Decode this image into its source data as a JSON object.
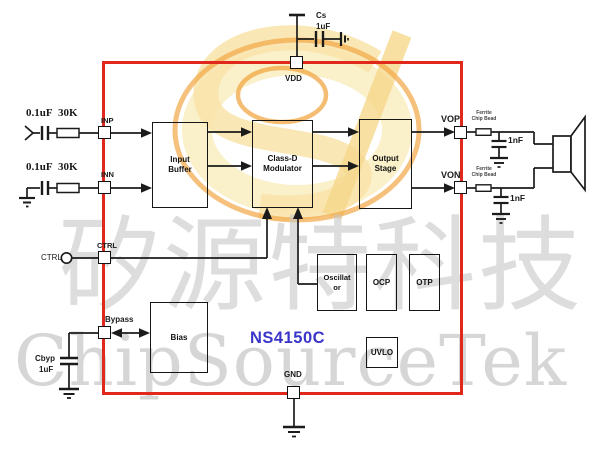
{
  "part_label": "NS4150C",
  "watermark": {
    "cjk": "矽源特科技",
    "latin": "ChipSourceTek"
  },
  "colors": {
    "chip_outline": "#e0281c",
    "part_label": "#3a35c8",
    "watermark_gray": "#c9c9c9",
    "logo_orange": "#f2a644",
    "logo_yellow": "#f8e0a0"
  },
  "pins": {
    "inp": "INP",
    "inn": "INN",
    "ctrl": "CTRL",
    "bypass": "Bypass",
    "vdd": "VDD",
    "gnd": "GND",
    "vop": "VOP",
    "von": "VON"
  },
  "blocks": {
    "input_buffer": {
      "line1": "Input",
      "line2": "Buffer"
    },
    "modulator": {
      "line1": "Class-D",
      "line2": "Modulator"
    },
    "output_stage": {
      "line1": "Output",
      "line2": "Stage"
    },
    "oscillator": {
      "line1": "Oscillat",
      "line2": "or"
    },
    "ocp": {
      "label": "OCP"
    },
    "otp": {
      "label": "OTP"
    },
    "uvlo": {
      "label": "UVLO"
    },
    "bias": {
      "label": "Bias"
    }
  },
  "external": {
    "ctrl_label": "CTRL",
    "input_cap_value": "0.1uF",
    "input_res_value": "30K",
    "supply_cap_ref": "Cs",
    "supply_cap_value": "1uF",
    "bypass_cap_ref": "Cbyp",
    "bypass_cap_value": "1uF",
    "output_cap_value": "1nF",
    "ferrite_line1": "Ferrite",
    "ferrite_line2": "Chip Bead"
  }
}
